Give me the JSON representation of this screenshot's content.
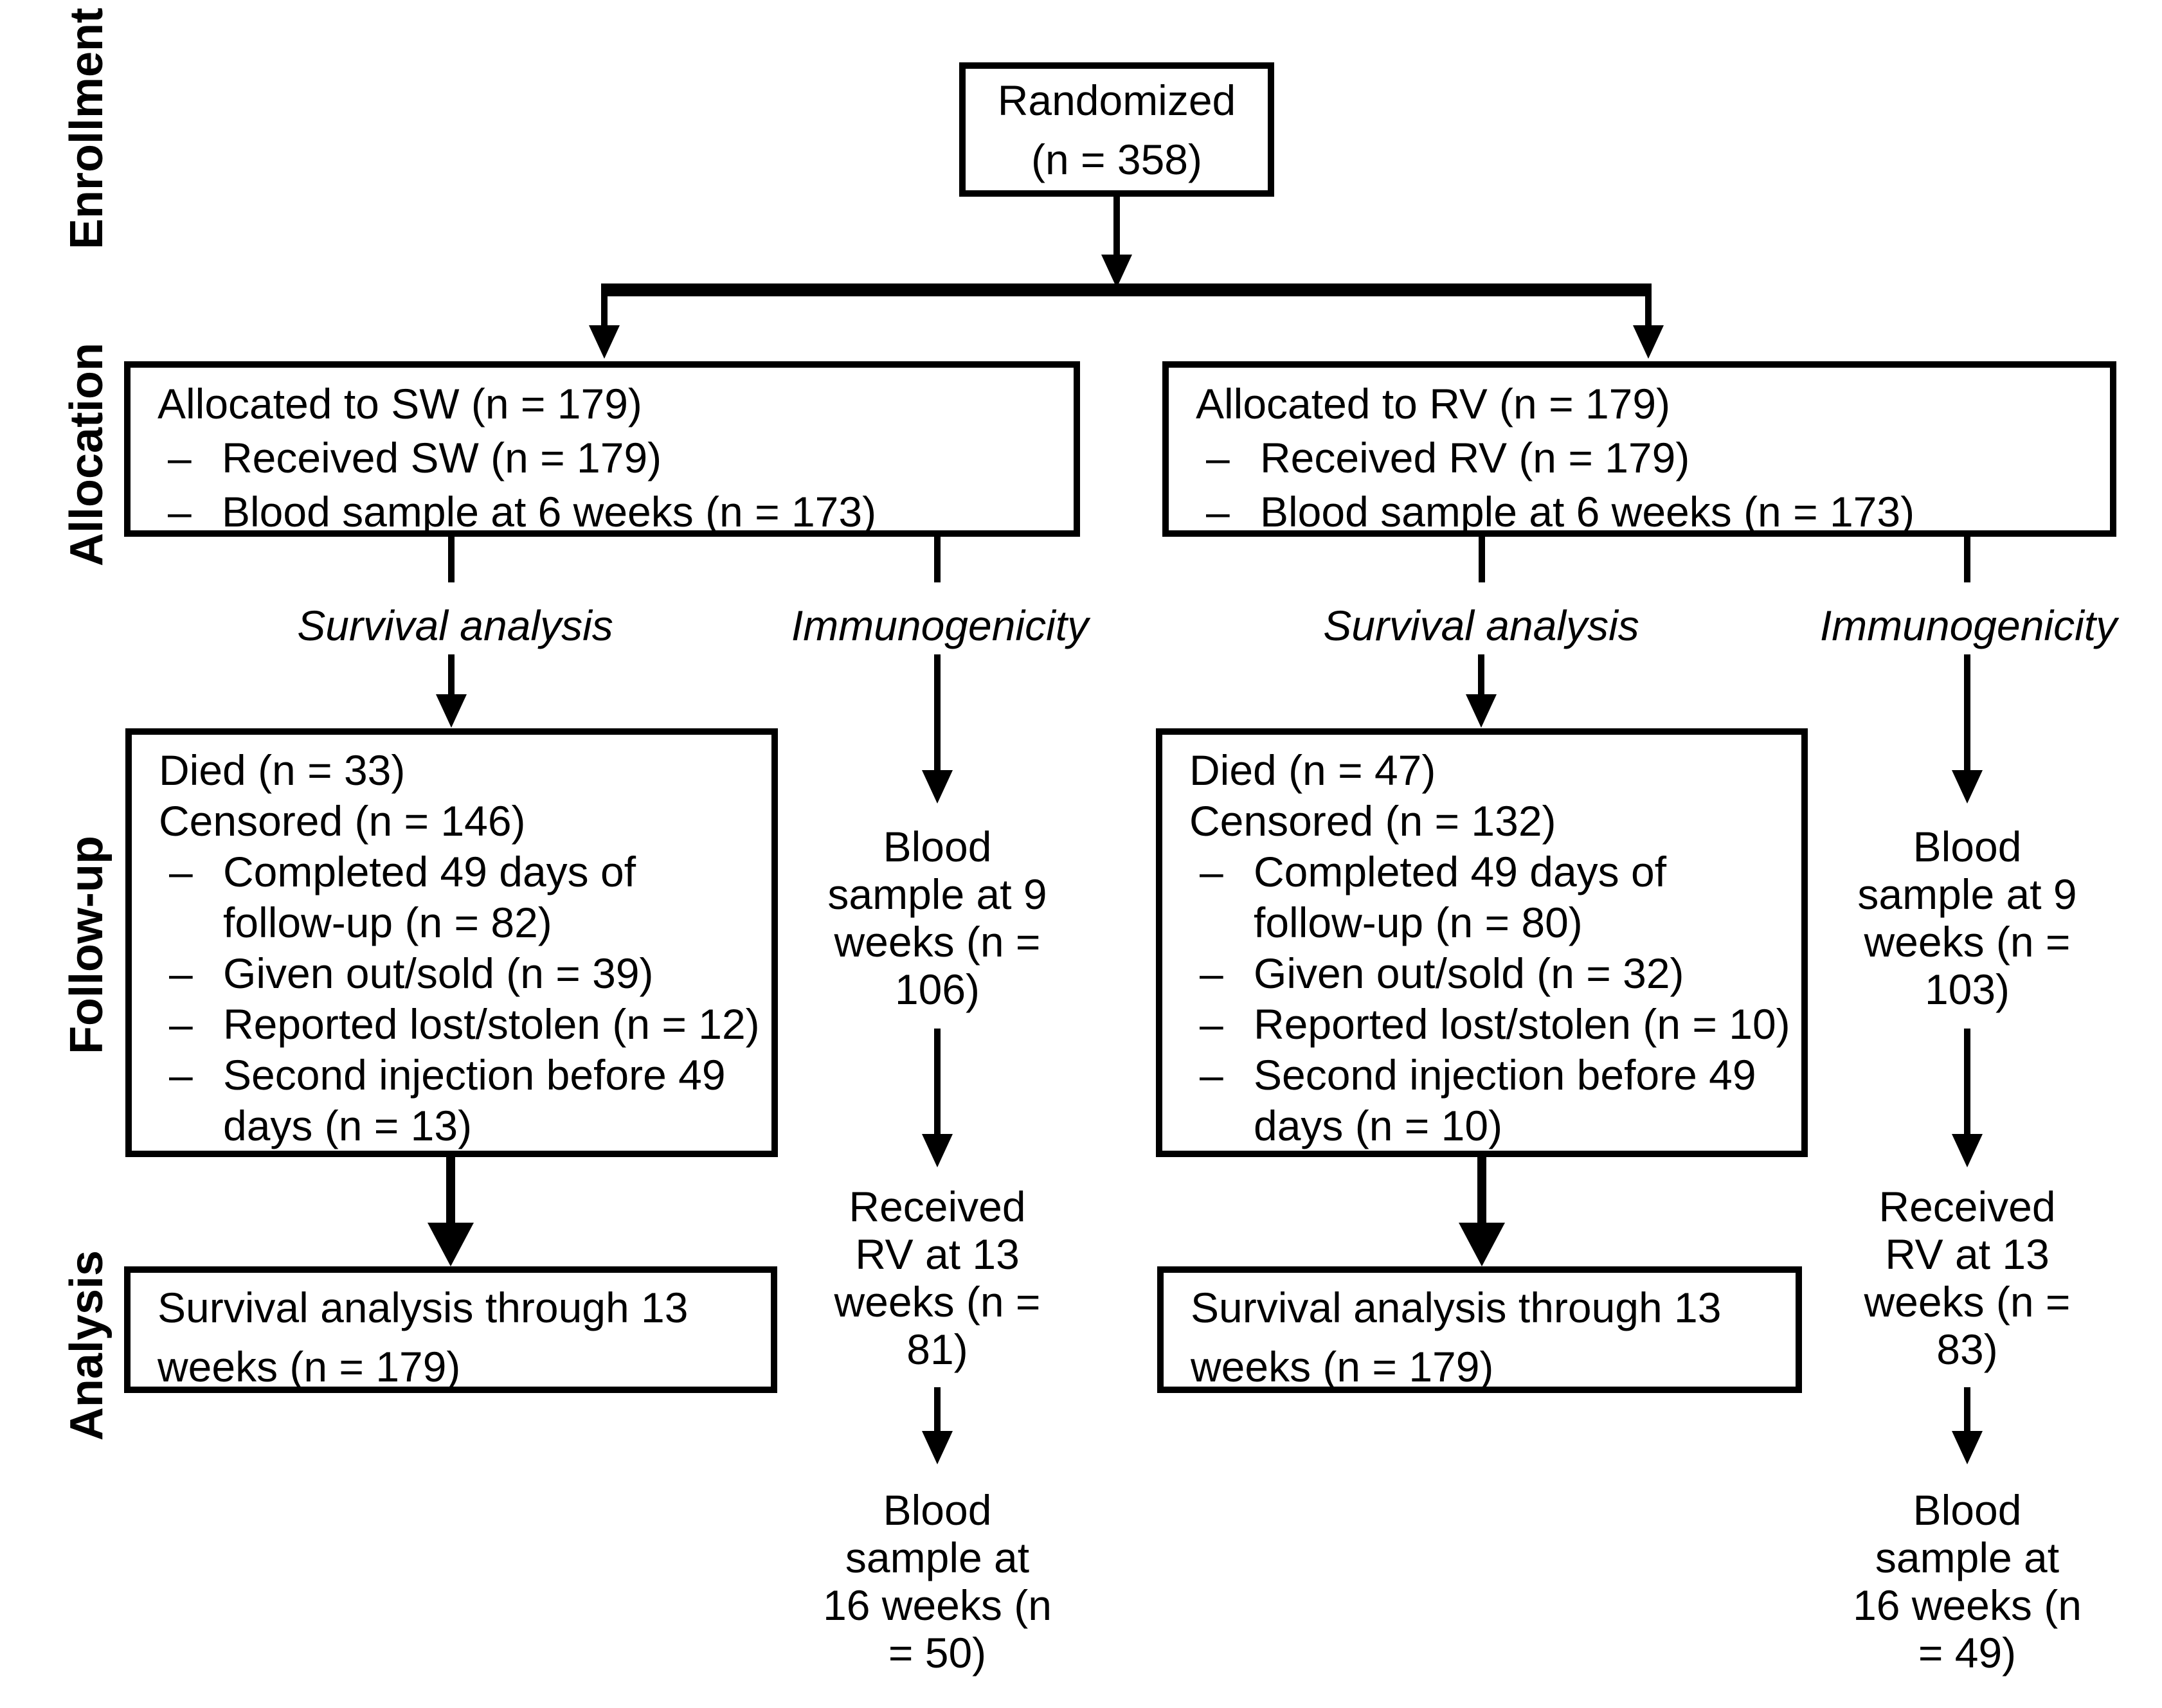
{
  "stage_labels": [
    "Enrollment",
    "Allocation",
    "Follow-up",
    "Analysis"
  ],
  "marks": {
    "dash": "–"
  },
  "enrollment": {
    "randomized": "Randomized\n(n = 358)"
  },
  "allocation": {
    "sw": {
      "title": "Allocated to SW (n = 179)",
      "items": [
        "Received SW (n = 179)",
        "Blood sample at 6 weeks (n = 173)"
      ]
    },
    "rv": {
      "title": "Allocated to RV (n = 179)",
      "items": [
        "Received RV (n = 179)",
        "Blood sample at 6 weeks (n = 173)"
      ]
    }
  },
  "pathway_labels": {
    "survival": "Survival analysis",
    "immunogenicity": "Immunogenicity"
  },
  "followup": {
    "sw": {
      "died": "Died (n = 33)",
      "censored": "Censored (n = 146)",
      "items": [
        "Completed 49 days of\nfollow-up (n = 82)",
        "Given out/sold (n = 39)",
        "Reported lost/stolen (n = 12)",
        "Second injection before 49\ndays (n = 13)"
      ]
    },
    "rv": {
      "died": "Died (n = 47)",
      "censored": "Censored (n = 132)",
      "items": [
        "Completed 49 days of\nfollow-up (n = 80)",
        "Given out/sold (n = 32)",
        "Reported lost/stolen (n = 10)",
        "Second injection before 49\ndays (n = 10)"
      ]
    }
  },
  "analysis": {
    "sw": "Survival analysis through 13\nweeks (n = 179)",
    "rv": "Survival analysis through 13\nweeks (n = 179)"
  },
  "immunogenicity": {
    "sw": {
      "blood9": "Blood\nsample at 9\nweeks (n =\n106)",
      "received13": "Received\nRV at 13\nweeks (n =\n81)",
      "blood16": "Blood\nsample at\n16 weeks (n\n= 50)"
    },
    "rv": {
      "blood9": "Blood\nsample at 9\nweeks (n =\n103)",
      "received13": "Received\nRV at 13\nweeks (n =\n83)",
      "blood16": "Blood\nsample at\n16 weeks (n\n= 49)"
    }
  },
  "colors": {
    "ink": "#000000",
    "paper": "#ffffff"
  }
}
